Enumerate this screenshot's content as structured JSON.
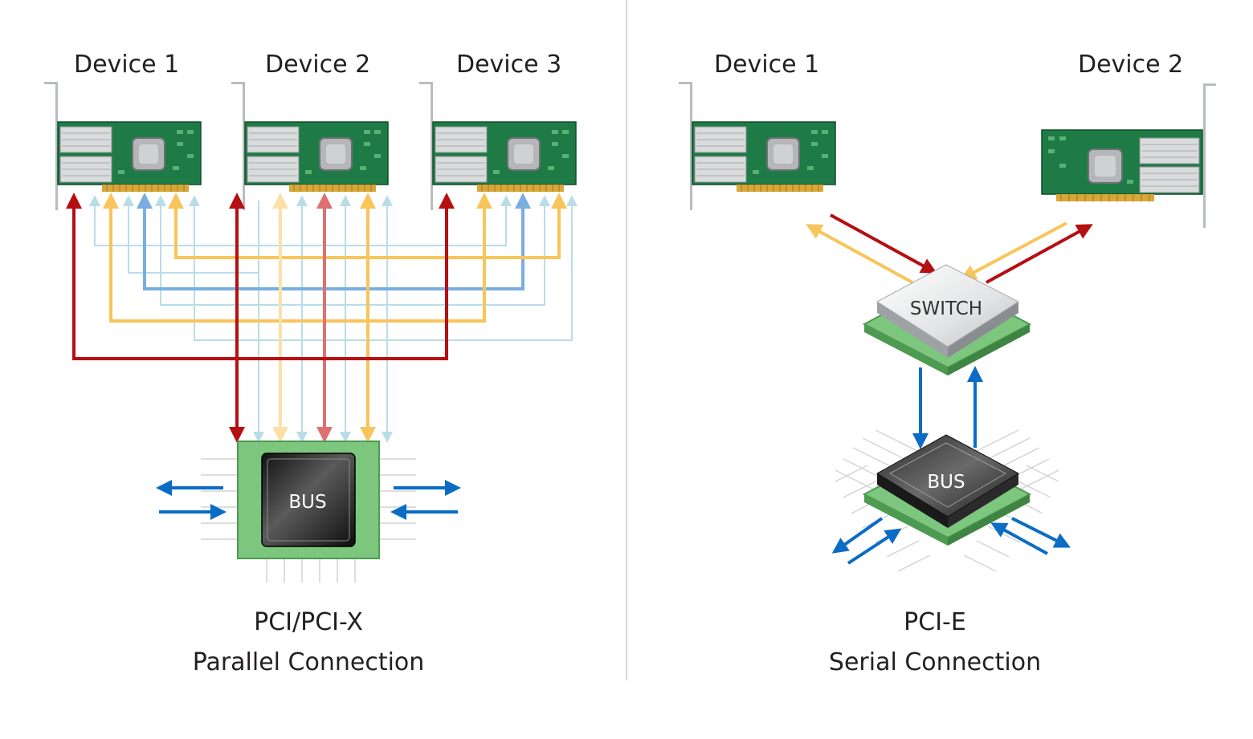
{
  "parallel": {
    "devices": [
      "Device 1",
      "Device 2",
      "Device 3"
    ],
    "chip_label": "BUS",
    "caption_line1": "PCI/PCI-X",
    "caption_line2": "Parallel Connection"
  },
  "serial": {
    "devices": [
      "Device 1",
      "Device 2"
    ],
    "switch_label": "SWITCH",
    "chip_label": "BUS",
    "caption_line1": "PCI-E",
    "caption_line2": "Serial Connection"
  },
  "colors": {
    "red": "#b50f12",
    "red_light": "#dd7070",
    "yellow": "#f7c55a",
    "yellow_light": "#fbe1a8",
    "blue_mid": "#7aaee0",
    "blue_light": "#b9dde8",
    "blue_dark": "#0a6cc4",
    "pcb_green": "#1e7a44",
    "chip_green": "#7cc67e"
  }
}
